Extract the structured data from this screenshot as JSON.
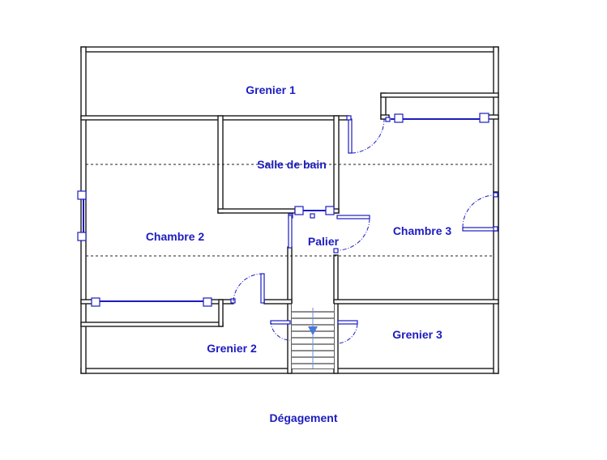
{
  "plan": {
    "rooms": [
      {
        "id": "grenier-1",
        "label": "Grenier 1"
      },
      {
        "id": "salle-de-bain",
        "label": "Salle de bain"
      },
      {
        "id": "chambre-2",
        "label": "Chambre 2"
      },
      {
        "id": "chambre-3",
        "label": "Chambre 3"
      },
      {
        "id": "palier",
        "label": "Palier"
      },
      {
        "id": "grenier-2",
        "label": "Grenier 2"
      },
      {
        "id": "grenier-3",
        "label": "Grenier 3"
      }
    ],
    "caption": "Dégagement",
    "colors": {
      "label": "#1c1cc0",
      "wall": "#1a1a1a",
      "openings": "#1c1cc0"
    }
  }
}
